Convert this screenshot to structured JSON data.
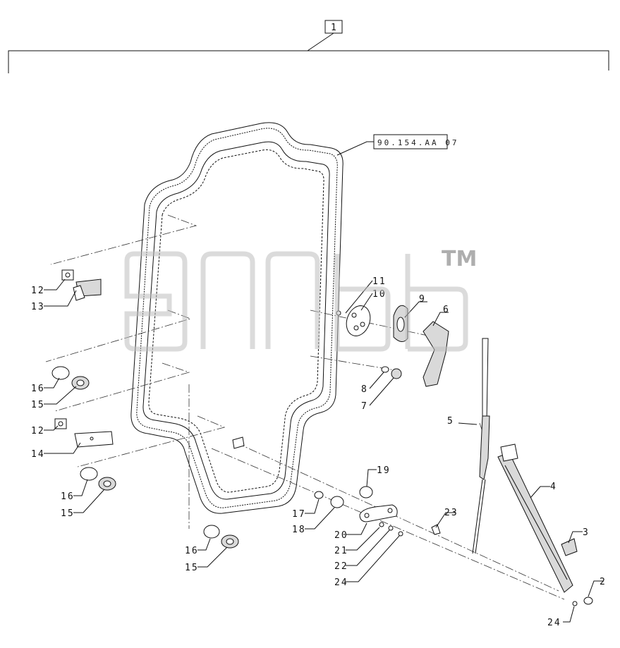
{
  "assembly_label": "1",
  "reference_label": "90.154.AA 07",
  "watermark": {
    "mark": "TM"
  },
  "callouts": {
    "c12a": "12",
    "c13": "13",
    "c11": "11",
    "c10": "10",
    "c9": "9",
    "c6": "6",
    "c16a": "16",
    "c15a": "15",
    "c8": "8",
    "c7": "7",
    "c12b": "12",
    "c14": "14",
    "c5": "5",
    "c4": "4",
    "c16b": "16",
    "c15b": "15",
    "c19": "19",
    "c17": "17",
    "c18": "18",
    "c23": "23",
    "c3": "3",
    "c20": "20",
    "c21": "21",
    "c22": "22",
    "c24a": "24",
    "c16c": "16",
    "c15c": "15",
    "c2": "2",
    "c24b": "24"
  }
}
